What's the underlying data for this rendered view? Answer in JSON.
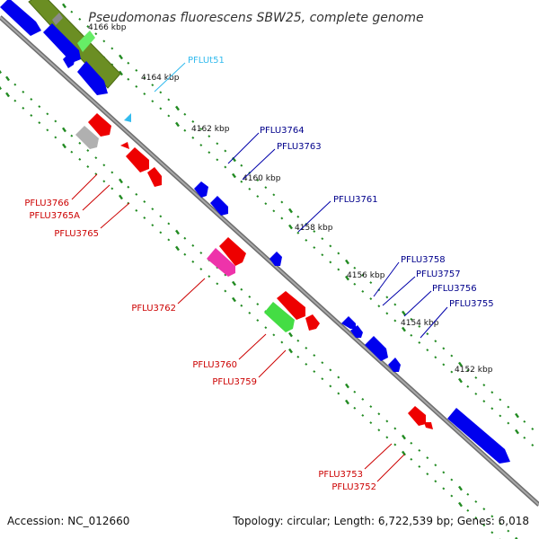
{
  "title": "Pseudomonas fluorescens SBW25, complete genome",
  "footer": {
    "accession": "Accession: NC_012660",
    "summary": "Topology: circular; Length: 6,722,539 bp; Genes: 6,018"
  },
  "kbp_ticks": [
    "4166 kbp",
    "4164 kbp",
    "4162 kbp",
    "4160 kbp",
    "4158 kbp",
    "4156 kbp",
    "4154 kbp",
    "4152 kbp"
  ],
  "colors": {
    "forward_cds": "#0000ee",
    "reverse_cds": "#ee0000",
    "trna": "#33bbee",
    "rrna_region": "#6b8e23",
    "tick_green": "#228b22",
    "backbone": "#888888"
  },
  "labels": {
    "trna": "PFLUt51",
    "forward": [
      "PFLU3764",
      "PFLU3763",
      "PFLU3761",
      "PFLU3758",
      "PFLU3757",
      "PFLU3756",
      "PFLU3755"
    ],
    "reverse": [
      "PFLU3766",
      "PFLU3765A",
      "PFLU3765",
      "PFLU3762",
      "PFLU3760",
      "PFLU3759",
      "PFLU3753",
      "PFLU3752"
    ]
  }
}
